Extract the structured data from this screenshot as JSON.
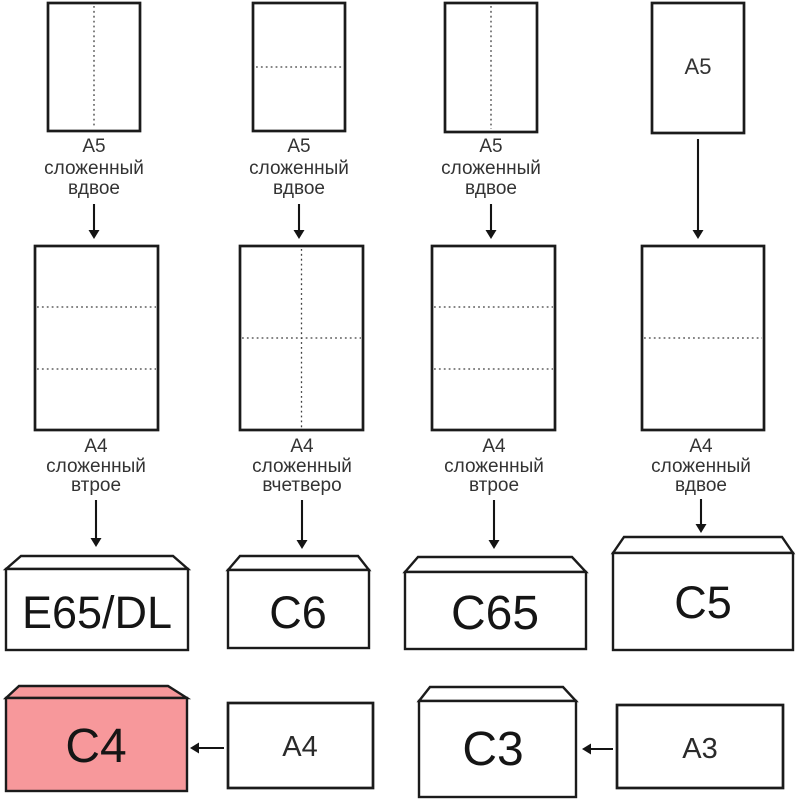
{
  "colors": {
    "highlight_fill": "#f7989b",
    "outline": "#1b1b1b"
  },
  "flow_columns": [
    {
      "a5_caption": [
        "A5",
        "сложенный",
        "вдвое"
      ],
      "a4_caption": [
        "A4",
        "сложенный",
        "втрое"
      ],
      "envelope_label": "E65/DL"
    },
    {
      "a5_caption": [
        "A5",
        "сложенный",
        "вдвое"
      ],
      "a4_caption": [
        "A4",
        "сложенный",
        "вчетверо"
      ],
      "envelope_label": "C6"
    },
    {
      "a5_caption": [
        "A5",
        "сложенный",
        "вдвое"
      ],
      "a4_caption": [
        "A4",
        "сложенный",
        "втрое"
      ],
      "envelope_label": "C65"
    },
    {
      "a5_sheet_label": "A5",
      "a4_caption": [
        "A4",
        "сложенный",
        "вдвое"
      ],
      "envelope_label": "C5"
    }
  ],
  "direct_insert": [
    {
      "envelope_label": "C4",
      "sheet_label": "A4",
      "highlighted": true
    },
    {
      "envelope_label": "C3",
      "sheet_label": "A3",
      "highlighted": false
    }
  ]
}
